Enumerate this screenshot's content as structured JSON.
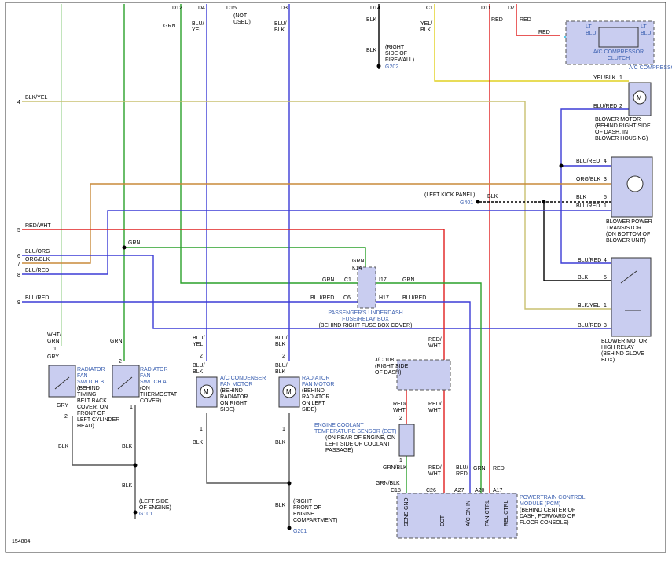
{
  "colors": {
    "grn": "#2aa12a",
    "blu": "#3b3bd6",
    "red": "#e02020",
    "yel": "#e0d020",
    "org": "#c98a3a",
    "lightgrn": "#a8d8a0",
    "cyan": "#20b8e0",
    "gray": "#555555",
    "black": "#000000",
    "component_fill": "#c9cdf0",
    "component_label": "#3a5fb0"
  },
  "top_terminals": [
    {
      "id": "D12",
      "wire": "GRN"
    },
    {
      "id": "D4",
      "wire": "BLU/\nYEL"
    },
    {
      "id": "D15",
      "wire": "(NOT\nUSED)"
    },
    {
      "id": "D3",
      "wire": "BLU/\nBLK"
    },
    {
      "id": "D14",
      "wire": "BLK"
    },
    {
      "id": "C1",
      "wire": "YEL/\nBLK"
    },
    {
      "id": "D11",
      "wire": "RED"
    },
    {
      "id": "D7",
      "wire": "RED"
    }
  ],
  "left_pins": [
    {
      "pin": "4",
      "wire": "BLK/YEL"
    },
    {
      "pin": "5",
      "wire": "RED/WHT"
    },
    {
      "pin": "6",
      "wire": "BLU/ORG"
    },
    {
      "pin": "7",
      "wire": "ORG/BLK"
    },
    {
      "pin": "8",
      "wire": "BLU/RED"
    },
    {
      "pin": "9",
      "wire": "BLU/RED"
    }
  ],
  "grounds": {
    "g202": {
      "wire": "BLK",
      "note": "(RIGHT\nSIDE OF\nFIREWALL)",
      "id": "G202"
    },
    "g401": {
      "note": "(LEFT KICK PANEL)",
      "id": "G401",
      "wire": "BLK"
    },
    "g101": {
      "note": "(LEFT SIDE\nOF ENGINE)",
      "id": "G101",
      "wire": "BLK"
    },
    "g201": {
      "note": "(RIGHT\nFRONT OF\nENGINE\nCOMPARTMENT)",
      "id": "G201",
      "wire": "BLK"
    }
  },
  "ac_compressor": {
    "red": "RED",
    "lt_blu_left": "LT\nBLU",
    "lt_blu_right": "LT\nBLU",
    "clutch": "A/C COMPRESSOR\nCLUTCH",
    "name": "A/C COMPRESSOR"
  },
  "blower_motor": {
    "pin1": "1",
    "pin2": "2",
    "wire1": "YEL/BLK",
    "wire2": "BLU/RED",
    "name": "BLOWER MOTOR\n(BEHIND RIGHT SIDE\nOF DASH, IN\nBLOWER HOUSING)"
  },
  "blower_transistor": {
    "pins": [
      "4",
      "3",
      "5",
      "1"
    ],
    "wires": [
      "BLU/RED",
      "ORG/BLK",
      "BLK",
      "BLU/RED"
    ],
    "name": "BLOWER POWER\nTRANSISTOR\n(ON BOTTOM OF\nBLOWER UNIT)"
  },
  "high_relay": {
    "pins": [
      "4",
      "5",
      "1",
      "3"
    ],
    "wires": [
      "BLU/RED",
      "BLK",
      "BLK/YEL",
      "BLU/RED"
    ],
    "name": "BLOWER MOTOR\nHIGH RELAY\n(BEHIND GLOVE\nBOX)"
  },
  "fuse_box": {
    "grn_top": "GRN",
    "k14": "K14",
    "c1": "C1",
    "i17": "I17",
    "c6": "C6",
    "h17": "H17",
    "grn_left": "GRN",
    "grn_right": "GRN",
    "blured_left": "BLU/RED",
    "blured_right": "BLU/RED",
    "name": "PASSENGER'S UNDERDASH\nFUSE/RELAY BOX",
    "note": "(BEHIND RIGHT FUSE BOX COVER)"
  },
  "fan_switch_b": {
    "top_wire": "WHT/\nGRN",
    "gry": "GRY",
    "pin1": "1",
    "pin2": "2",
    "gry_bot": "GRY",
    "name": "RADIATOR\nFAN\nSWITCH B",
    "note": "(BEHIND\nTIMING\nBELT BACK\nCOVER, ON\nFRONT OF\nLEFT CYLINDER\nHEAD)"
  },
  "fan_switch_a": {
    "top_wire": "GRN",
    "pin2": "2",
    "pin1": "1",
    "name": "RADIATOR\nFAN\nSWITCH A",
    "note": "(ON\nTHERMOSTAT\nCOVER)"
  },
  "condenser_motor": {
    "top_wire": "BLU/\nYEL",
    "pin2": "2",
    "mid_wire": "BLU/\nBLK",
    "pin1": "1",
    "name": "A/C CONDENSER\nFAN MOTOR",
    "note": "(BEHIND\nRADIATOR\nON RIGHT\nSIDE)"
  },
  "radiator_motor": {
    "top_wire": "BLU/\nBLK",
    "pin2": "2",
    "mid_wire": "BLU/\nBLK",
    "pin1": "1",
    "name": "RADIATOR\nFAN MOTOR",
    "note": "(BEHIND\nRADIATOR\nON LEFT\nSIDE)"
  },
  "misc_labels": {
    "grn_6": "GRN",
    "blk_b": "BLK",
    "blk_a": "BLK",
    "blk_mid": "BLK",
    "blk_low": "BLK",
    "blk_cond": "BLK",
    "blk_rad": "BLK"
  },
  "jc108": {
    "name": "J/C 108\n(RIGHT SIDE\nOF DASH)",
    "top_wire": "RED/\nWHT",
    "left_wire": "RED/\nWHT",
    "right_wire": "RED/\nWHT"
  },
  "ect": {
    "name": "ENGINE COOLANT\nTEMPERATURE SENSOR (ECT)",
    "note": "(ON REAR OF ENGINE, ON\nLEFT SIDE OF COOLANT\nPASSAGE)",
    "pin2": "2",
    "pin1": "1",
    "bot_wire": "GRN/BLK"
  },
  "pcm": {
    "wires": [
      "GRN/BLK",
      "RED/\nWHT",
      "BLU/\nRED",
      "GRN",
      "RED"
    ],
    "pins": [
      "C18",
      "C26",
      "A27",
      "A20",
      "A17"
    ],
    "signals": [
      "SENS GND",
      "ECT",
      "A/C ON IN",
      "FAN CTRL",
      "REL CTRL"
    ],
    "name": "POWERTRAIN CONTROL\nMODULE (PCM)",
    "note": "(BEHIND CENTER OF\nDASH, FORWARD OF\nFLOOR CONSOLE)"
  },
  "figure_id": "154804"
}
